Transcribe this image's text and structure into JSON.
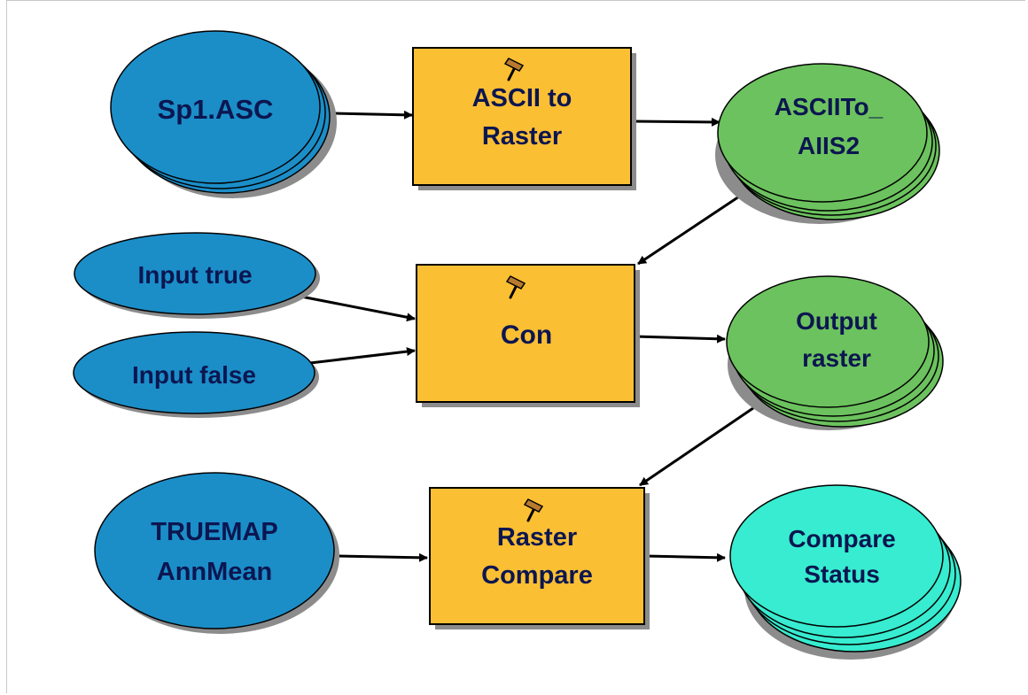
{
  "model": {
    "inputs": {
      "sp1": {
        "lines": [
          "Sp1.ASC"
        ]
      },
      "input_true": {
        "lines": [
          "Input true"
        ]
      },
      "input_false": {
        "lines": [
          "Input false"
        ]
      },
      "truemap": {
        "lines": [
          "TRUEMAP",
          "AnnMean"
        ]
      }
    },
    "tools": {
      "ascii_to_raster": {
        "lines": [
          "ASCII to",
          "Raster"
        ]
      },
      "con": {
        "lines": [
          "Con"
        ]
      },
      "raster_compare": {
        "lines": [
          "Raster",
          "Compare"
        ]
      }
    },
    "outputs": {
      "asciito": {
        "lines": [
          "ASCIITo_",
          "AIIS2"
        ]
      },
      "output_raster": {
        "lines": [
          "Output",
          "raster"
        ]
      },
      "compare_status": {
        "lines": [
          "Compare",
          "Status"
        ]
      }
    }
  },
  "colors": {
    "input_fill": "#1b8ec8",
    "tool_fill": "#fbbf33",
    "output_fill": "#6cc25e",
    "status_fill": "#37ecd0",
    "text": "#0c1650",
    "stroke": "#000000",
    "shadow": "#8c8c8c"
  },
  "icons": {
    "tool": "hammer-icon"
  }
}
